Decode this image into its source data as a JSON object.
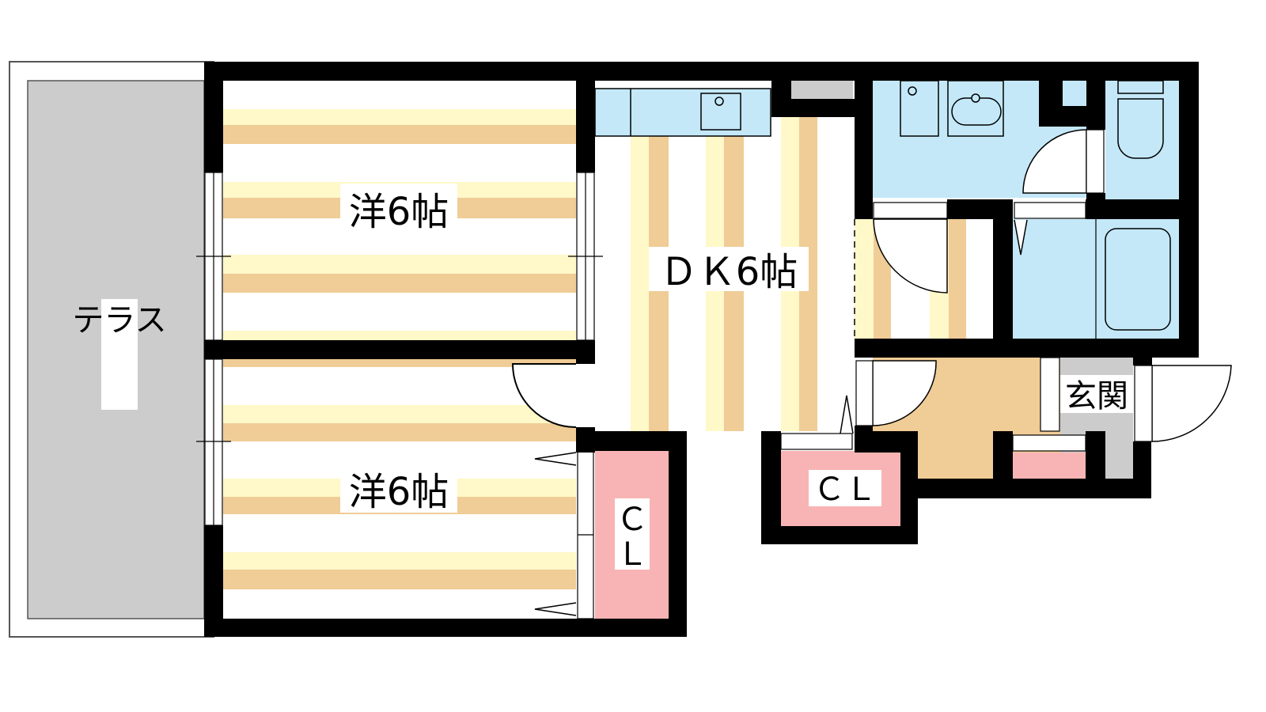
{
  "plan": {
    "rooms": {
      "bedroom_top": "洋6帖",
      "bedroom_bottom": "洋6帖",
      "dining_kitchen": "ＤＫ6帖",
      "terrace": "テラス",
      "closet_left_line1": "Ｃ",
      "closet_left_line2": "Ｌ",
      "closet_middle": "ＣＬ",
      "entrance": "玄関"
    },
    "colors": {
      "wall": "#000000",
      "floor_yellow": "#fff8c8",
      "floor_tan": "#f0cc96",
      "wet_area": "#c4e8f8",
      "closet": "#f8b4b4",
      "terrace": "#cccccc"
    }
  }
}
